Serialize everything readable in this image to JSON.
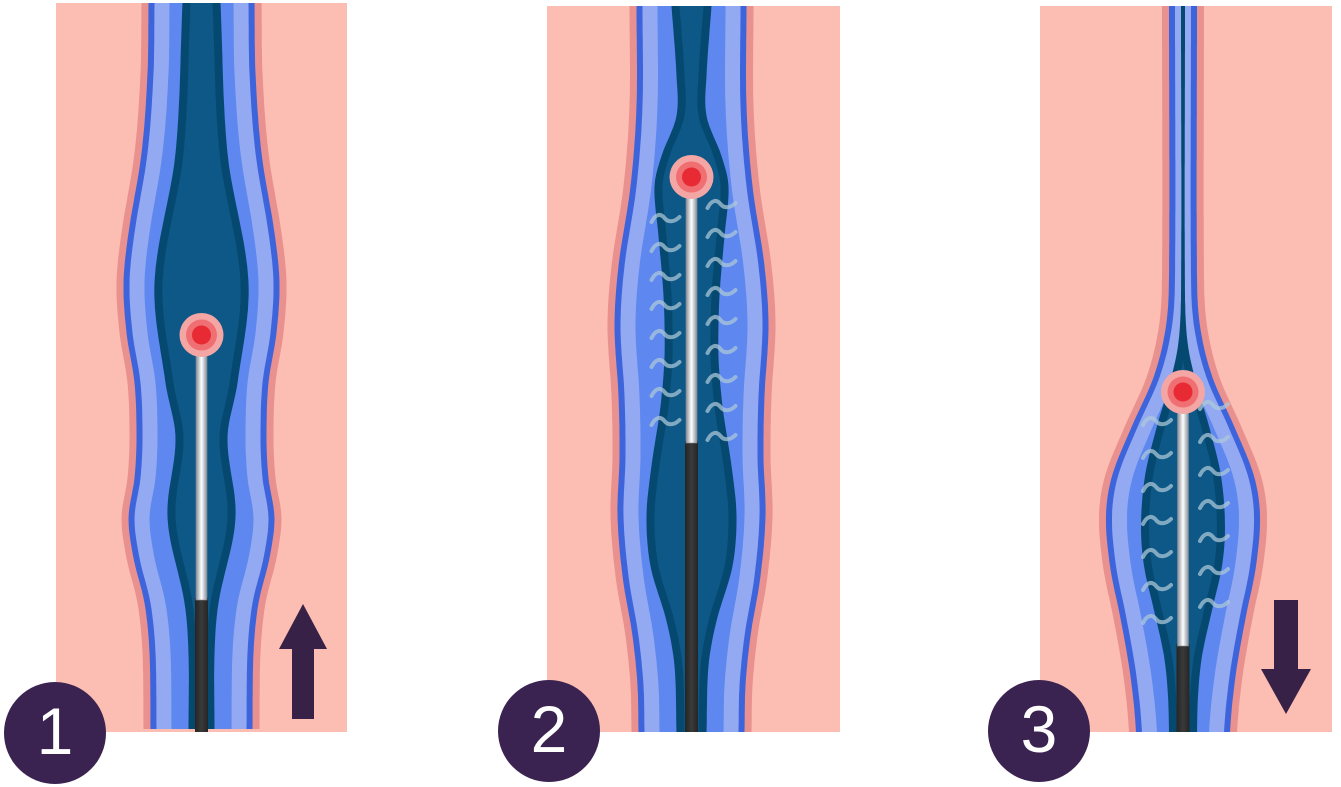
{
  "steps": [
    {
      "number": "1",
      "arrow": "up"
    },
    {
      "number": "2",
      "arrow": "none"
    },
    {
      "number": "3",
      "arrow": "down"
    }
  ],
  "palette": {
    "background": "#FFFFFF",
    "tissue_pink": "#FCBDB2",
    "vein_rim_pink": "#E9918F",
    "vein_outer_blue": "#3E64DC",
    "vein_light_blue": "#93A9F2",
    "vein_mid_blue": "#5E87EF",
    "lumen_navy": "#064970",
    "lumen_navy_center": "#0D5887",
    "tip_halo": "#F4A6A5",
    "tip_ring": "#EF6F72",
    "tip_core": "#E72A33",
    "fiber_silver_edge": "#878D95",
    "fiber_silver_light": "#C9CDD3",
    "fiber_white": "#FFFFFF",
    "catheter_black": "#252525",
    "catheter_black_highlight": "#3A3A3A",
    "heat_wave": "#AECADA",
    "badge_purple": "#3A2350",
    "arrow_purple": "#382147",
    "number_white": "#FFFFFF"
  }
}
